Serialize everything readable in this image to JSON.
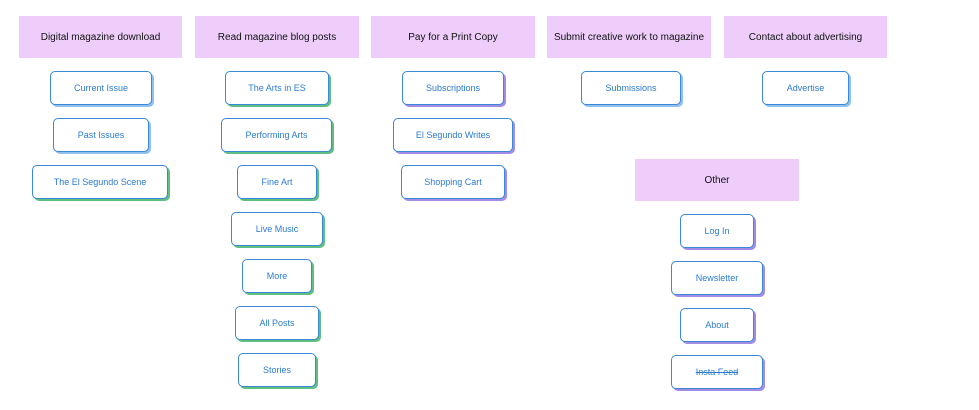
{
  "columns": [
    {
      "header": "Digital magazine download",
      "items": [
        "Current Issue",
        "Past Issues",
        "The El Segundo Scene"
      ]
    },
    {
      "header": "Read magazine blog posts",
      "items": [
        "The Arts in ES",
        "Performing Arts",
        "Fine Art",
        "Live Music",
        "More",
        "All Posts",
        "Stories"
      ]
    },
    {
      "header": "Pay for a Print Copy",
      "items": [
        "Subscriptions",
        "El Segundo Writes",
        "Shopping Cart"
      ]
    },
    {
      "header": "Submit creative work to magazine",
      "items": [
        "Submissions"
      ]
    },
    {
      "header": "Contact about advertising",
      "items": [
        "Advertise"
      ]
    },
    {
      "header": "Other",
      "items": [
        "Log In",
        "Newsletter",
        "About",
        "Insta Feed"
      ]
    }
  ],
  "colors": {
    "header_bg": "#eecdfb",
    "card_border": "#3a88d6",
    "card_text": "#2b7bd0",
    "shadow_blue": "#8fc0ee",
    "shadow_green": "#5fbf82",
    "shadow_purple": "#a28ce6"
  }
}
